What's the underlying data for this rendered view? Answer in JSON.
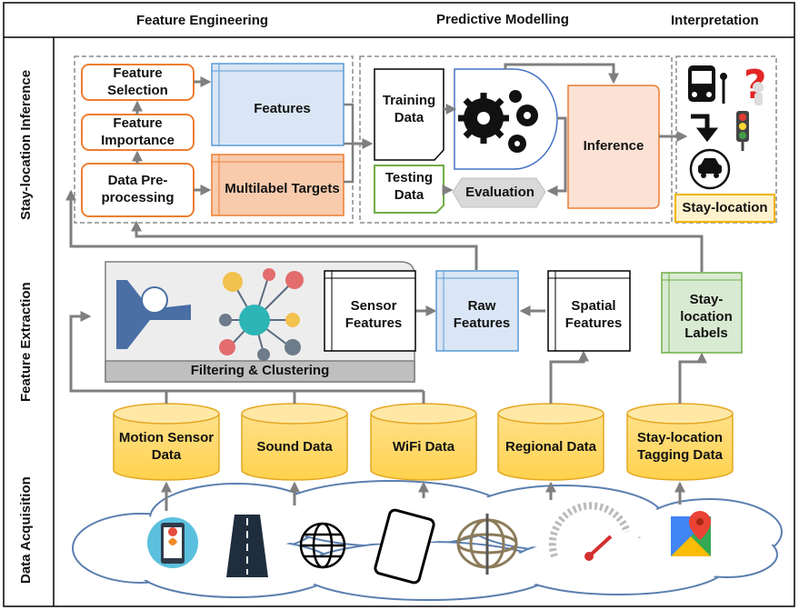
{
  "headers": {
    "feature_engineering": "Feature Engineering",
    "predictive_modelling": "Predictive Modelling",
    "interpretation": "Interpretation"
  },
  "rows": {
    "stay_location_inference": "Stay-location Inference",
    "feature_extraction": "Feature Extraction",
    "data_acquisition": "Data Acquisition"
  },
  "feature_engineering": {
    "feature_selection": "Feature Selection",
    "feature_importance": "Feature Importance",
    "data_preprocessing": "Data Pre-processing",
    "features": "Features",
    "multilabel_targets": "Multilabel Targets"
  },
  "predictive_modelling": {
    "training_data": "Training Data",
    "testing_data": "Testing Data",
    "evaluation": "Evaluation",
    "inference": "Inference"
  },
  "interpretation": {
    "stay_location": "Stay-location"
  },
  "feature_extraction": {
    "filtering_clustering": "Filtering & Clustering",
    "sensor_features": "Sensor Features",
    "raw_features": "Raw Features",
    "spatial_features": "Spatial Features",
    "stay_location_labels": "Stay-location Labels"
  },
  "data_sources": [
    "Motion Sensor Data",
    "Sound Data",
    "WiFi Data",
    "Regional Data",
    "Stay-location Tagging Data"
  ],
  "icons": {
    "cloud_row": [
      "map-pin-phone-icon",
      "road-icon",
      "globe-icon",
      "smartphone-icon",
      "gyroscope-icon",
      "gauge-icon",
      "google-maps-icon"
    ],
    "interpretation": [
      "bus-stop-icon",
      "question-person-icon",
      "turn-arrow-icon",
      "traffic-light-icon",
      "traffic-jam-icon"
    ]
  },
  "colors": {
    "orange_border": "#ED7D31",
    "blue_fill": "#DAE6F5",
    "blue_border": "#5B9BD5",
    "orange_fill": "#F8CBAD",
    "green_border": "#70AD47",
    "green_fill": "#D9EAD3",
    "cylinder_fill": "#FFD966",
    "cylinder_border": "#E4A822",
    "arrow_gray": "#7F7F7F"
  }
}
